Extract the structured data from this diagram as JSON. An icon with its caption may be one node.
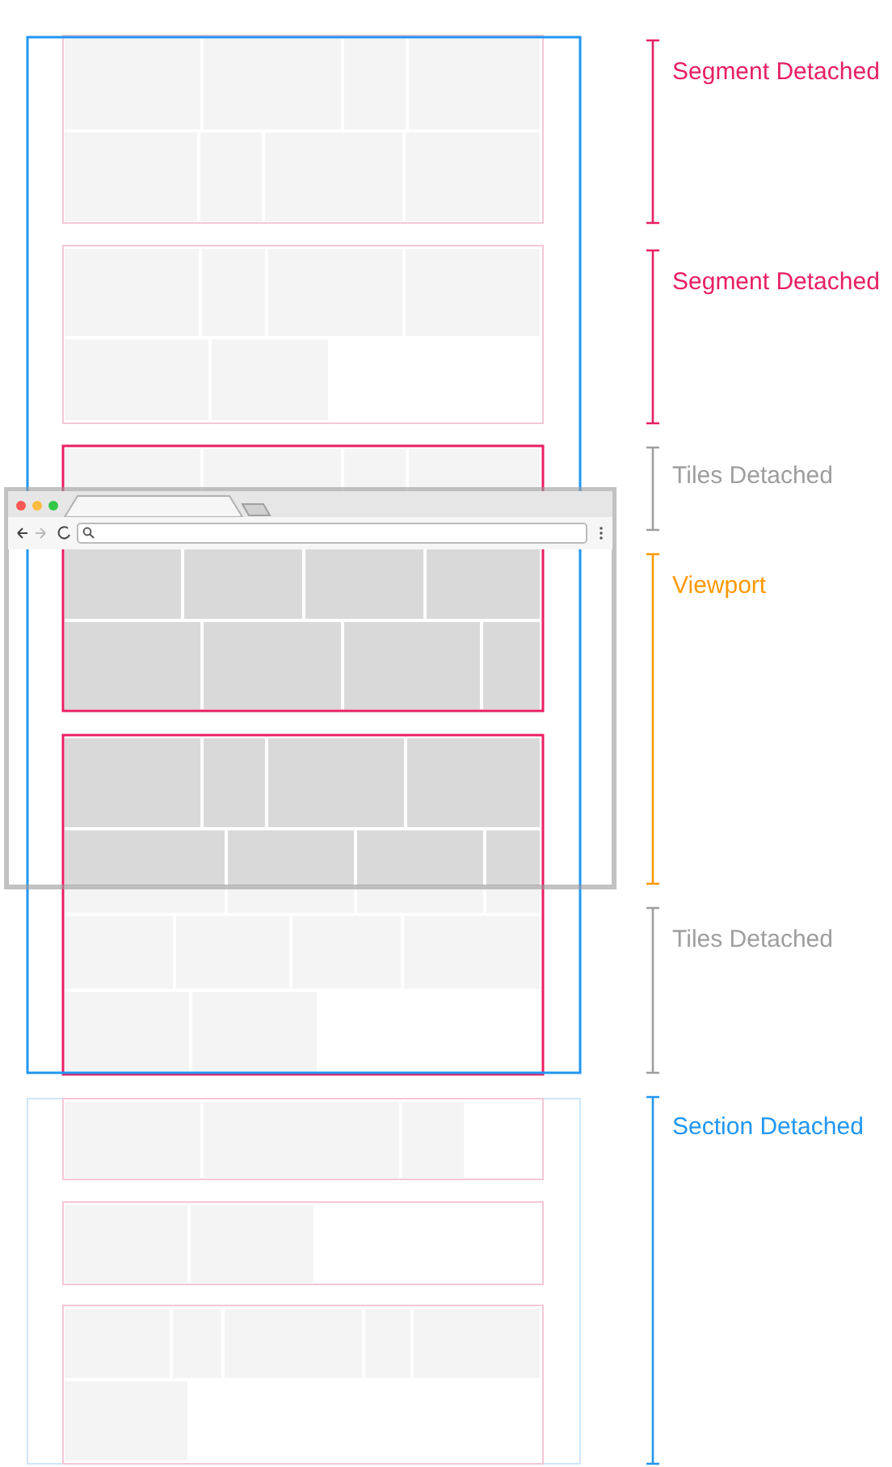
{
  "diagram": {
    "labels": [
      "Segment Detached",
      "Segment Detached",
      "Tiles Detached",
      "Viewport",
      "Tiles Detached",
      "Section Detached"
    ]
  }
}
